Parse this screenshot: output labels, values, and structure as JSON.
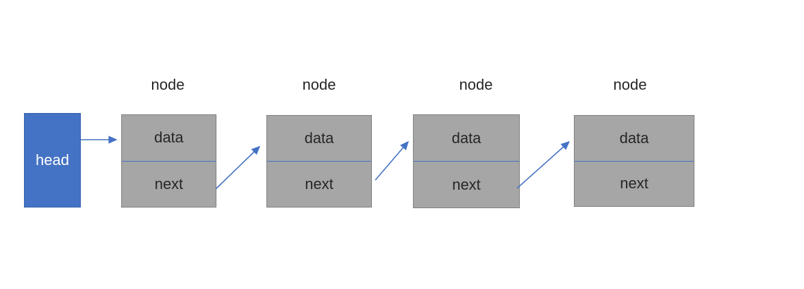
{
  "diagram": {
    "type": "singly-linked-list",
    "head": {
      "label": "head"
    },
    "nodes": [
      {
        "title": "node",
        "data_label": "data",
        "next_label": "next"
      },
      {
        "title": "node",
        "data_label": "data",
        "next_label": "next"
      },
      {
        "title": "node",
        "data_label": "data",
        "next_label": "next"
      },
      {
        "title": "node",
        "data_label": "data",
        "next_label": "next"
      }
    ],
    "connections": [
      {
        "from": "head",
        "to": "node-1"
      },
      {
        "from": "node-1.next",
        "to": "node-2"
      },
      {
        "from": "node-2.next",
        "to": "node-3"
      },
      {
        "from": "node-3.next",
        "to": "node-4"
      }
    ]
  },
  "colors": {
    "head_fill": "#4472C4",
    "head_border": "#3461ad",
    "head_text": "#ffffff",
    "node_fill": "#A6A6A6",
    "node_border": "#7f7f7f",
    "divider": "#4472C4",
    "arrow": "#4472C4",
    "label_text": "#262626",
    "background": "#ffffff"
  }
}
